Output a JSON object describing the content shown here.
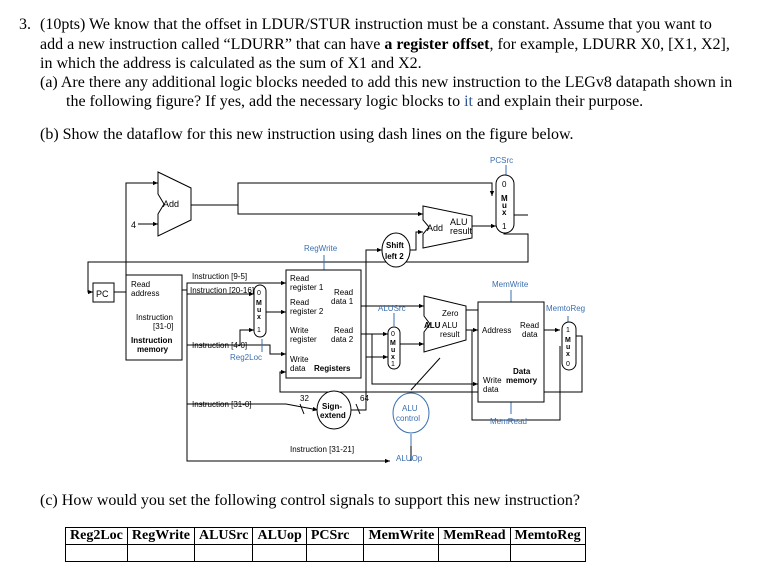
{
  "question": {
    "number": "3.",
    "line1": "(10pts) We know that the offset in LDUR/STUR instruction must be a constant. Assume that you want to",
    "line2_pre": "add a new instruction called “LDURR” that can have ",
    "line2_bold": "a register offset",
    "line2_post": ", for example, LDURR X0, [X1, X2],",
    "line3": "in which the address is calculated as the sum of X1 and X2.",
    "part_a_line1": "(a) Are there any additional logic blocks needed to add this new instruction to the LEGv8 datapath shown in",
    "part_a_line2_pre": "the following figure? If yes, add the necessary logic blocks to ",
    "part_a_line2_it": "it",
    "part_a_line2_post": " and explain their purpose.",
    "part_b": "(b) Show the dataflow for this new instruction using dash lines on the figure below.",
    "part_c": "(c) How would you set the following control signals to support this new instruction?"
  },
  "diagram": {
    "pc": "PC",
    "four": "4",
    "add": "Add",
    "alu_add_a": "Add",
    "alu_add_b": "ALU",
    "alu_add_c": "result",
    "shift_a": "Shift",
    "shift_b": "left 2",
    "pcsrc": "PCSrc",
    "regwrite": "RegWrite",
    "reg2loc": "Reg2Loc",
    "alusrc": "ALUSrc",
    "memwrite": "MemWrite",
    "memtoreg": "MemtoReg",
    "memread": "MemRead",
    "aluop": "ALUOp",
    "alu_control_a": "ALU",
    "alu_control_b": "control",
    "imem_read": "Read",
    "imem_address": "address",
    "imem_instr_a": "Instruction",
    "imem_instr_b": "[31-0]",
    "imem_title_a": "Instruction",
    "imem_title_b": "memory",
    "instr_9_5": "Instruction [9-5]",
    "instr_20_16": "Instruction [20-16]",
    "instr_4_0": "Instruction [4-0]",
    "instr_31_0": "Instruction [31-0]",
    "instr_31_21": "Instruction [31-21]",
    "reg_read_reg1_a": "Read",
    "reg_read_reg1_b": "register 1",
    "reg_read_reg2_a": "Read",
    "reg_read_reg2_b": "register 2",
    "reg_write_reg_a": "Write",
    "reg_write_reg_b": "register",
    "reg_write_data_a": "Write",
    "reg_write_data_b": "data",
    "reg_read_data1_a": "Read",
    "reg_read_data1_b": "data 1",
    "reg_read_data2_a": "Read",
    "reg_read_data2_b": "data 2",
    "registers": "Registers",
    "sign_extend_a": "Sign-",
    "sign_extend_b": "extend",
    "bits_32": "32",
    "bits_64": "64",
    "zero": "Zero",
    "alu": "ALU",
    "alu_result_a": "ALU",
    "alu_result_b": "result",
    "dmem_address": "Address",
    "dmem_read_a": "Read",
    "dmem_read_b": "data",
    "dmem_write_a": "Write",
    "dmem_write_b": "data",
    "dmem_title_a": "Data",
    "dmem_title_b": "memory",
    "mux_letters": [
      "M",
      "u",
      "x"
    ],
    "mux_0": "0",
    "mux_1": "1"
  },
  "signals_table": {
    "headers": [
      "Reg2Loc",
      "RegWrite",
      "ALUSrc",
      "ALUop",
      "PCSrc",
      "MemWrite",
      "MemRead",
      "MemtoReg"
    ]
  },
  "colors": {
    "control_signal": "#3a6fb0",
    "link": "#2f5597"
  }
}
